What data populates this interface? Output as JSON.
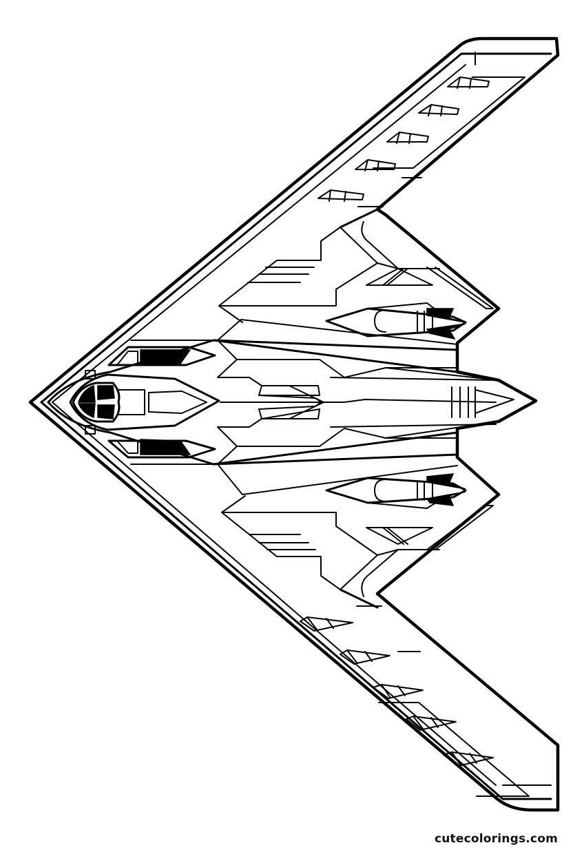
{
  "page": {
    "subject": "stealth bomber coloring page",
    "background_color": "#ffffff",
    "line_color": "#000000"
  },
  "watermark": {
    "text": "cutecolorings.com"
  },
  "icons": {
    "illustration": "stealth-bomber-line-art"
  }
}
